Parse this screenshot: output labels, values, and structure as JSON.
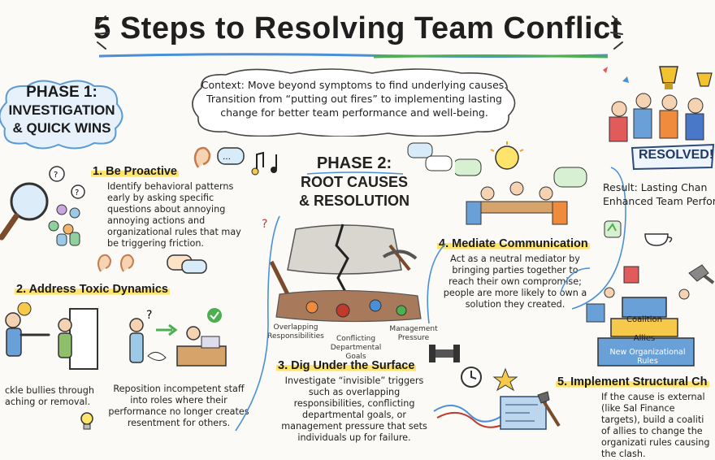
{
  "title": "5 Steps to Resolving Team Conflict",
  "phase1": {
    "line1": "PHASE 1:",
    "line2": "INVESTIGATION",
    "line3": "& QUICK WINS"
  },
  "context": "Context: Move beyond symptoms to find underlying causes. Transition from “putting out fires” to implementing lasting change for better team performance and well-being.",
  "phase2": {
    "line1": "PHASE 2:",
    "line2": "ROOT CAUSES",
    "line3": "& RESOLUTION"
  },
  "steps": [
    {
      "title": "1. Be Proactive",
      "body": "Identify behavioral patterns early by asking specific questions about annoying annoying actions and organizational rules that may be triggering friction."
    },
    {
      "title": "2. Address Toxic Dynamics",
      "body_a": "ckle bullies through aching or removal.",
      "body_b": "Reposition incompetent staff into roles where their performance no longer creates resentment for others."
    },
    {
      "title": "3. Dig Under the Surface",
      "body": "Investigate “invisible” triggers such as overlapping responsibilities, conflicting departmental goals, or management pressure that sets individuals up for failure."
    },
    {
      "title": "4. Mediate Communication",
      "body": "Act as a neutral mediator by bringing parties together to reach their own compromise; people are more likely to own a solution they created."
    },
    {
      "title": "5. Implement Structural Ch",
      "body": "If the cause is external (like Sal Finance targets), build a coaliti of allies to change the organizati rules causing the clash."
    }
  ],
  "dig_labels": {
    "overlap": "Overlapping Responsibilities",
    "conflict": "Conflicting Departmental Goals",
    "pressure": "Management Pressure"
  },
  "blocks": {
    "coalition": "Coalition",
    "allies": "Allies",
    "rules": "New Organizational Rules"
  },
  "resolved": "RESOLVED!",
  "result": {
    "line1": "Result: Lasting Chan",
    "line2": "Enhanced Team Perfor"
  },
  "colors": {
    "highlight": "#ffe46b",
    "accent_blue": "#4a90d9",
    "accent_green": "#4caf50",
    "accent_orange": "#f08a3c"
  }
}
